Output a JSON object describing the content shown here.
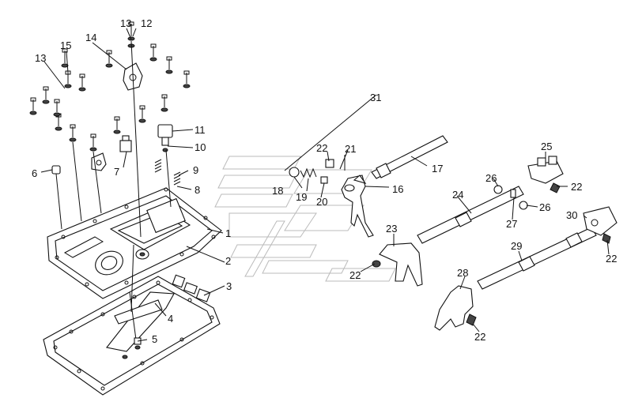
{
  "diagram": {
    "callouts": [
      {
        "id": "c1",
        "text": "1"
      },
      {
        "id": "c2",
        "text": "2"
      },
      {
        "id": "c3",
        "text": "3"
      },
      {
        "id": "c4",
        "text": "4"
      },
      {
        "id": "c5",
        "text": "5"
      },
      {
        "id": "c6",
        "text": "6"
      },
      {
        "id": "c7",
        "text": "7"
      },
      {
        "id": "c8",
        "text": "8"
      },
      {
        "id": "c9",
        "text": "9"
      },
      {
        "id": "c10",
        "text": "10"
      },
      {
        "id": "c11",
        "text": "11"
      },
      {
        "id": "c12",
        "text": "12"
      },
      {
        "id": "c13a",
        "text": "13"
      },
      {
        "id": "c13b",
        "text": "13"
      },
      {
        "id": "c14",
        "text": "14"
      },
      {
        "id": "c15",
        "text": "15"
      },
      {
        "id": "c16",
        "text": "16"
      },
      {
        "id": "c17",
        "text": "17"
      },
      {
        "id": "c18",
        "text": "18"
      },
      {
        "id": "c19",
        "text": "19"
      },
      {
        "id": "c20",
        "text": "20"
      },
      {
        "id": "c21",
        "text": "21"
      },
      {
        "id": "c22a",
        "text": "22"
      },
      {
        "id": "c22b",
        "text": "22"
      },
      {
        "id": "c22c",
        "text": "22"
      },
      {
        "id": "c22d",
        "text": "22"
      },
      {
        "id": "c22e",
        "text": "22"
      },
      {
        "id": "c23",
        "text": "23"
      },
      {
        "id": "c24",
        "text": "24"
      },
      {
        "id": "c25",
        "text": "25"
      },
      {
        "id": "c26a",
        "text": "26"
      },
      {
        "id": "c26b",
        "text": "26"
      },
      {
        "id": "c27",
        "text": "27"
      },
      {
        "id": "c28",
        "text": "28"
      },
      {
        "id": "c29",
        "text": "29"
      },
      {
        "id": "c30",
        "text": "30"
      },
      {
        "id": "c31",
        "text": "31"
      }
    ]
  }
}
